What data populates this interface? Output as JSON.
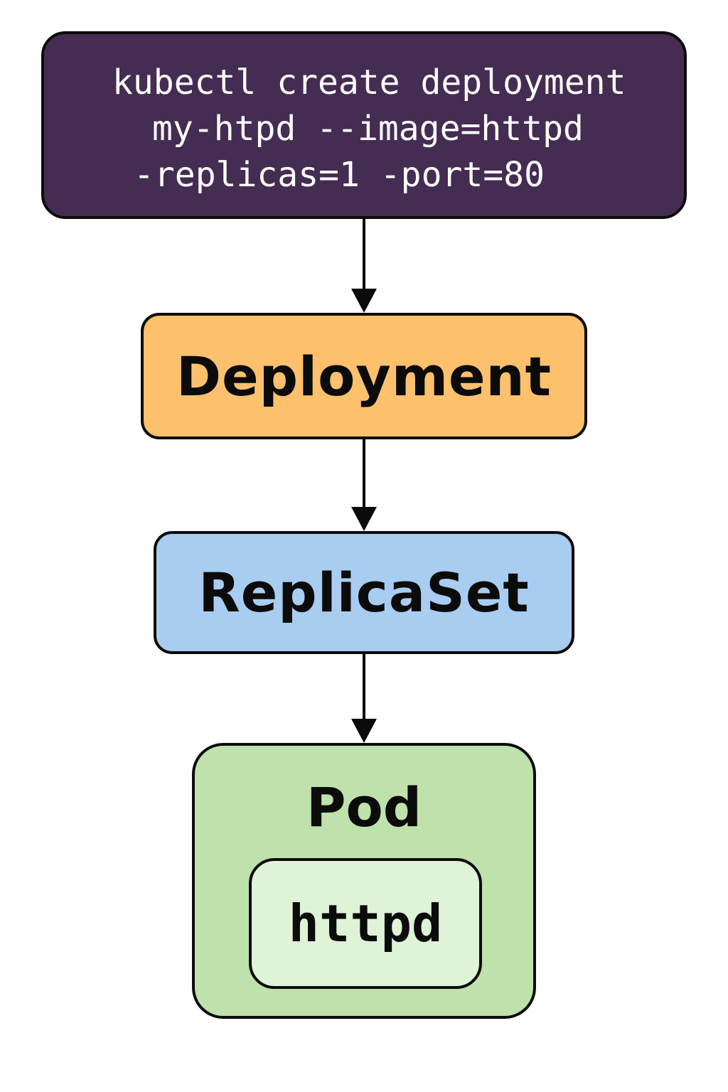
{
  "command": {
    "lines": [
      "kubectl create deployment",
      "my-htpd --image=httpd",
      "-replicas=1 -port=80"
    ]
  },
  "nodes": {
    "deployment": "Deployment",
    "replicaset": "ReplicaSet",
    "pod": "Pod",
    "container": "httpd"
  },
  "colors": {
    "command_bg": "#442c52",
    "command_text": "#ffffff",
    "deployment_bg": "#fdc06d",
    "replicaset_bg": "#a8cdf1",
    "pod_bg": "#bfe1ab",
    "container_bg": "#dff3d6",
    "outline": "#0b0b0b"
  }
}
